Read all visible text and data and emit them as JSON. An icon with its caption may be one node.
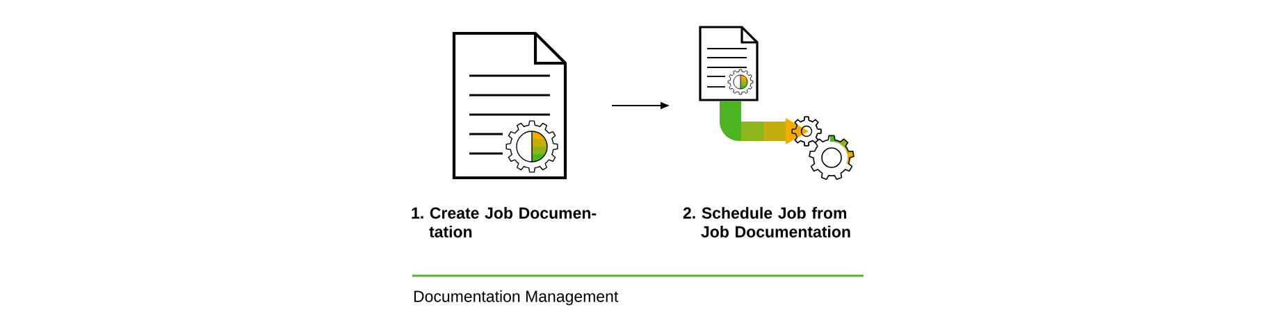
{
  "diagram": {
    "caption": "Documentation Management",
    "nodes": [
      {
        "text": [],
        "shape": "picture",
        "beside": [
          "1. Create Job Documen- tation"
        ]
      },
      {
        "text": [],
        "shape": "picture",
        "beside": [
          "2. Schedule Job from Job Documentation"
        ]
      }
    ],
    "edges": [
      {
        "from": 0,
        "to": 1,
        "arrow": "to"
      }
    ]
  }
}
